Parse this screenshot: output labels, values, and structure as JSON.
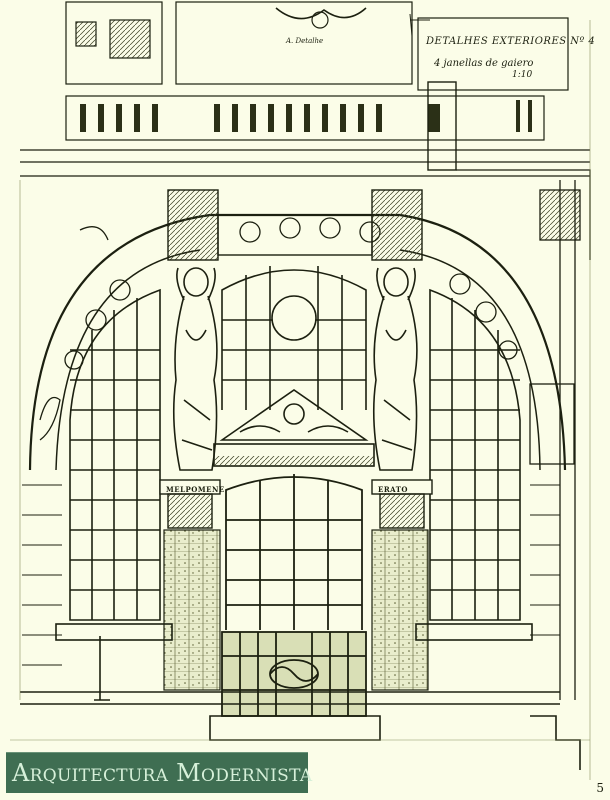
{
  "sheet": {
    "title_line1": "DETALHES EXTERIORES Nº 4",
    "title_line2": "4 janellas de gaiero",
    "scale": "1:10",
    "top_note": "A. Detalhe"
  },
  "plinths": {
    "left": "MELPOMENE",
    "right": "ERATO"
  },
  "watermark": {
    "text": "Arquitectura Modernista"
  },
  "corner_mark": "5",
  "colors": {
    "paper": "#fbfde8",
    "ink": "#1c2010",
    "banner": "#3f6e52",
    "banner_text": "#d6f0d9"
  }
}
